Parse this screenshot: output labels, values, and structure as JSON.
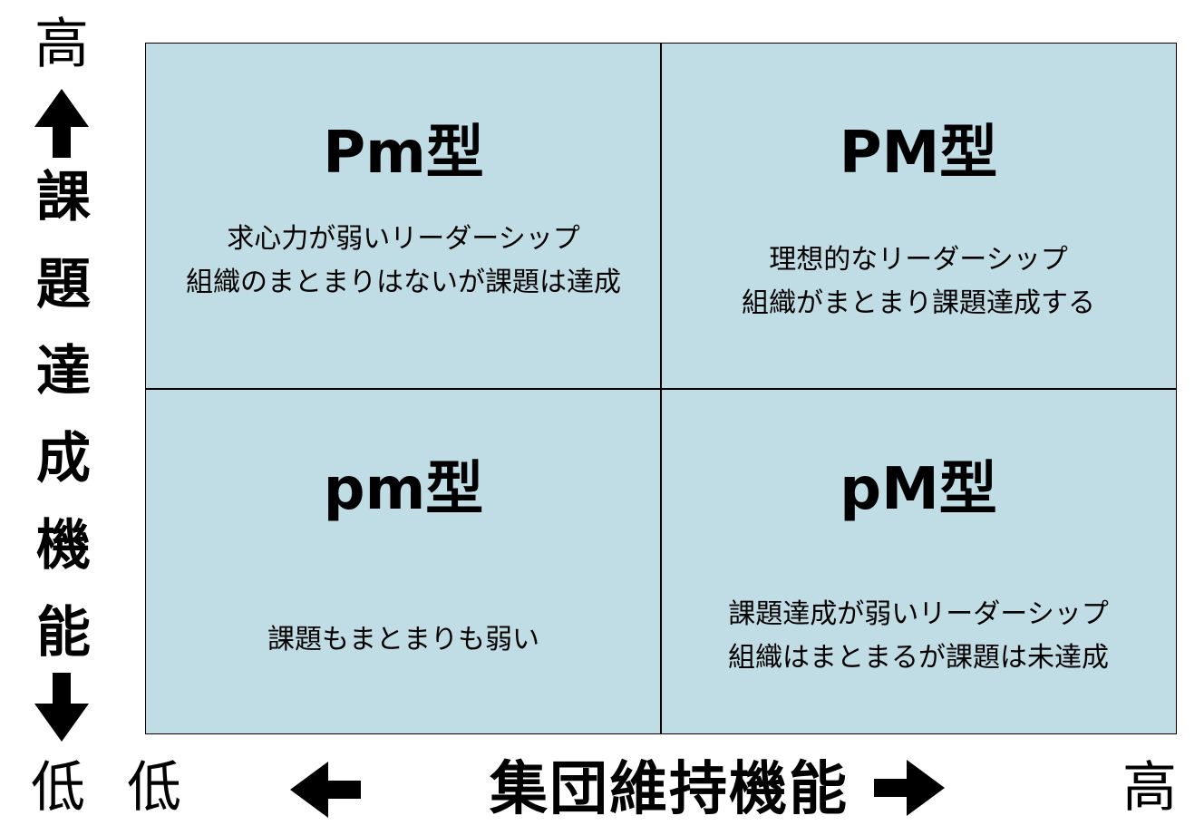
{
  "quadrants": {
    "top_left": {
      "title": "Pm型",
      "lines": [
        "求心力が弱いリーダーシップ",
        "組織のまとまりはないが課題は達成"
      ]
    },
    "top_right": {
      "title": "PM型",
      "lines": [
        "理想的なリーダーシップ",
        "組織がまとまり課題達成する"
      ]
    },
    "bottom_left": {
      "title": "pm型",
      "lines": [
        "課題もまとまりも弱い"
      ]
    },
    "bottom_right": {
      "title": "pM型",
      "lines": [
        "課題達成が弱いリーダーシップ",
        "組織はまとまるが課題は未達成"
      ]
    }
  },
  "y_axis": {
    "high": "高",
    "label_chars": [
      "課",
      "題",
      "達",
      "成",
      "機",
      "能"
    ],
    "low": "低"
  },
  "x_axis": {
    "low": "低",
    "label": "集団維持機能",
    "high": "高"
  },
  "colors": {
    "quadrant_fill": "#c0dce4",
    "line": "#000000"
  }
}
